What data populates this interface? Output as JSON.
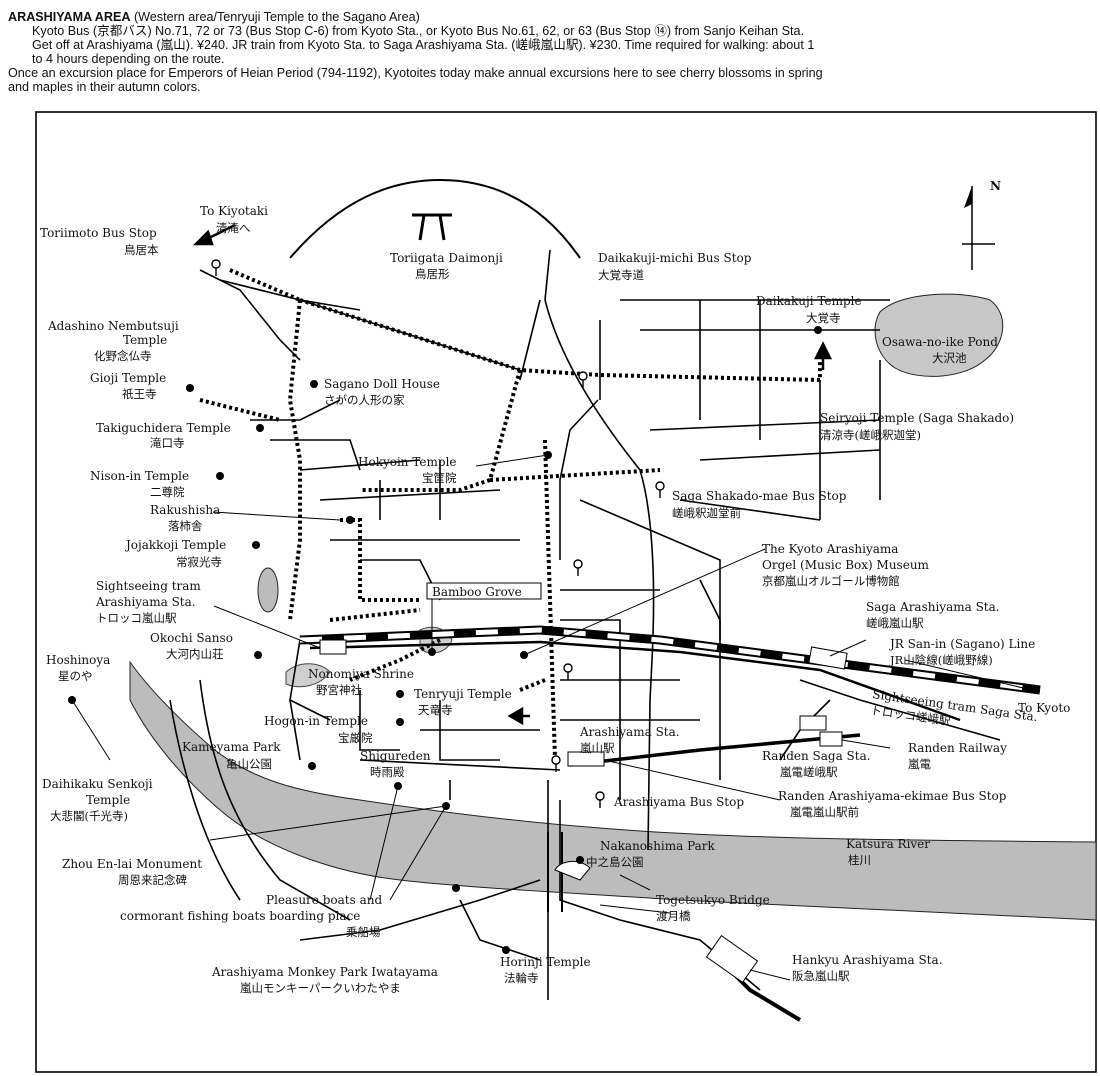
{
  "header": {
    "title": "ARASHIYAMA AREA",
    "subtitle": "(Western area/Tenryuji Temple to the Sagano Area)",
    "lines": [
      "Kyoto Bus (京都バス) No.71, 72 or 73 (Bus Stop C-6) from Kyoto Sta., or Kyoto Bus No.61, 62, or 63 (Bus Stop ⑭) from Sanjo Keihan Sta.",
      "Get off at Arashiyama (嵐山). ¥240. JR train from Kyoto Sta. to Saga Arashiyama Sta. (嵯峨嵐山駅). ¥230. Time required for walking: about 1",
      "to 4 hours depending on the route.",
      "Once an excursion place for Emperors of Heian Period (794-1192), Kyotoites today make annual excursions here to see cherry blossoms in spring",
      "and maples in their autumn colors."
    ]
  },
  "compass": {
    "label": "N"
  },
  "labels": {
    "to_kiyotaki": [
      "To Kiyotaki",
      "清滝へ"
    ],
    "toriimoto": [
      "Toriimoto Bus Stop",
      "鳥居本"
    ],
    "toriigata": [
      "Toriigata Daimonji",
      "鳥居形"
    ],
    "daikakuji_michi": [
      "Daikakuji-michi Bus Stop",
      "大覚寺道"
    ],
    "daikakuji": [
      "Daikakuji Temple",
      "大覚寺"
    ],
    "osawa": [
      "Osawa-no-ike Pond",
      "大沢池"
    ],
    "adashino": [
      "Adashino Nembutsuji",
      "Temple",
      "化野念仏寺"
    ],
    "gioji": [
      "Gioji Temple",
      "祇王寺"
    ],
    "sagano_doll": [
      "Sagano Doll House",
      "さがの人形の家"
    ],
    "takiguchidera": [
      "Takiguchidera Temple",
      "滝口寺"
    ],
    "seiryoji": [
      "Seiryoji Temple (Saga Shakado)",
      "清涼寺(嵯峨釈迦堂)"
    ],
    "nison_in": [
      "Nison-in Temple",
      "二尊院"
    ],
    "hokyoin": [
      "Hokyoin Temple",
      "宝筐院"
    ],
    "saga_shakado_bus": [
      "Saga Shakado-mae Bus Stop",
      "嵯峨釈迦堂前"
    ],
    "rakushisha": [
      "Rakushisha",
      "落柿舎"
    ],
    "jojakkoji": [
      "Jojakkoji Temple",
      "常寂光寺"
    ],
    "orgel": [
      "The Kyoto Arashiyama",
      "Orgel (Music Box) Museum",
      "京都嵐山オルゴール博物館"
    ],
    "sightseeing_arashiyama": [
      "Sightseeing tram",
      "Arashiyama Sta.",
      "トロッコ嵐山駅"
    ],
    "bamboo": [
      "Bamboo Grove"
    ],
    "saga_arashiyama": [
      "Saga Arashiyama Sta.",
      "嵯峨嵐山駅"
    ],
    "okochi": [
      "Okochi Sanso",
      "大河内山荘"
    ],
    "jr_line": [
      "JR San-in (Sagano) Line",
      "JR山陰線(嵯峨野線)"
    ],
    "hoshinoya": [
      "Hoshinoya",
      "星のや"
    ],
    "nonomiya": [
      "Nonomiya Shrine",
      "野宮神社"
    ],
    "tenryuji": [
      "Tenryuji Temple",
      "天竜寺"
    ],
    "to_kyoto": [
      "To Kyoto"
    ],
    "sightseeing_saga": [
      "Sightseeing tram Saga Sta.",
      "トロッコ嵯峨駅"
    ],
    "hogon_in": [
      "Hogon-in Temple",
      "宝厳院"
    ],
    "arashiyama_sta": [
      "Arashiyama Sta.",
      "嵐山駅"
    ],
    "kameyama": [
      "Kameyama Park",
      "亀山公園"
    ],
    "shigureden": [
      "Shigureden",
      "時雨殿"
    ],
    "randen_saga": [
      "Randen Saga Sta.",
      "嵐電嵯峨駅"
    ],
    "randen_railway": [
      "Randen Railway",
      "嵐電"
    ],
    "daihikaku": [
      "Daihikaku Senkoji",
      "Temple",
      "大悲閣(千光寺)"
    ],
    "randen_ekimae": [
      "Randen Arashiyama-ekimae Bus Stop",
      "嵐電嵐山駅前"
    ],
    "arashiyama_bus": [
      "Arashiyama Bus Stop"
    ],
    "nakanoshima": [
      "Nakanoshima Park",
      "中之島公園"
    ],
    "katsura": [
      "Katsura River",
      "桂川"
    ],
    "zhou": [
      "Zhou En-lai Monument",
      "周恩来記念碑"
    ],
    "togetsukyo": [
      "Togetsukyo Bridge",
      "渡月橋"
    ],
    "pleasure": [
      "Pleasure boats and",
      "cormorant fishing boats boarding place",
      "乗船場"
    ],
    "horinji": [
      "Horinji Temple",
      "法輪寺"
    ],
    "hankyu": [
      "Hankyu Arashiyama Sta.",
      "阪急嵐山駅"
    ],
    "monkey": [
      "Arashiyama Monkey Park Iwatayama",
      "嵐山モンキーパークいわたやま"
    ]
  }
}
